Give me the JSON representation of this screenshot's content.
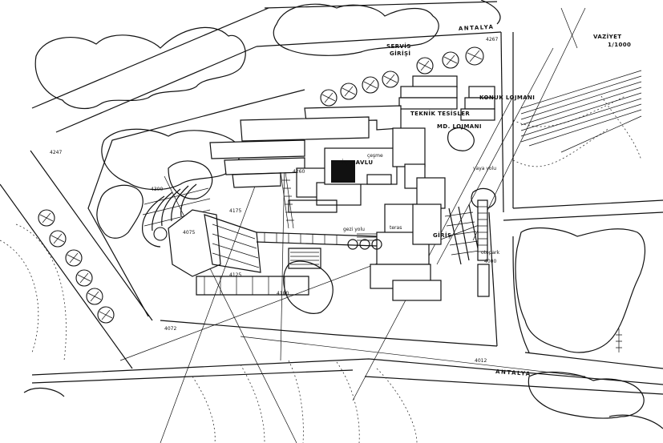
{
  "plan": {
    "title": "VAZİYET",
    "scale": "1/1000",
    "labels": {
      "road_top": "ANTALYA",
      "road_bottom": "ANTALYA",
      "service_entrance_1": "SERVİS",
      "service_entrance_2": "GİRİŞİ",
      "technical": "TEKNİK TESİSLER",
      "guest_housing": "KONUK LOJMANI",
      "director_housing": "MD. LOJMANI",
      "courtyard": "İÇ HAVLU",
      "fountain": "çeşme",
      "walkway": "yaya yolu",
      "promenade": "gezi yolu",
      "terrace": "teras",
      "entrance": "GİRİŞ",
      "parking": "otopark"
    },
    "elevations": {
      "e4267": "4267",
      "e4247": "4247",
      "e4300": "4300",
      "e4260": "4260",
      "e4175": "4175",
      "e4075": "4075",
      "e4125": "4125",
      "e4100": "4100",
      "e4072": "4072",
      "e4012": "4012",
      "e4000": "4000"
    }
  }
}
